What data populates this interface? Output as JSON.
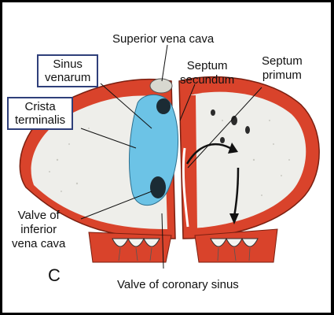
{
  "panel_letter": "C",
  "labels": {
    "superior_vena_cava": "Superior vena cava",
    "sinus_venarum": [
      "Sinus",
      "venarum"
    ],
    "septum_secundum": [
      "Septum",
      "secundum"
    ],
    "septum_primum": [
      "Septum",
      "primum"
    ],
    "crista_terminalis": [
      "Crista",
      "terminalis"
    ],
    "valve_of_ivc": [
      "Valve of",
      "inferior",
      "vena cava"
    ],
    "valve_of_coronary_sinus": "Valve of coronary sinus"
  },
  "colors": {
    "myocardium": "#d9432b",
    "sinus_venarum": "#6cc3e6",
    "chamber": "#eeeeea",
    "box_border": "#2f3f7a"
  }
}
